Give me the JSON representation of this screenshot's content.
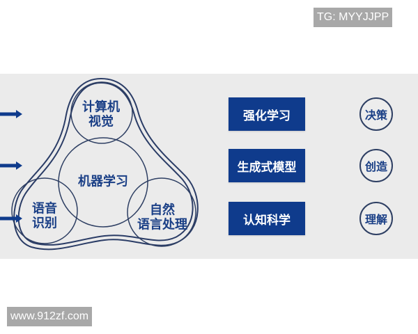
{
  "watermarks": {
    "top_right": "TG: MYYJJPP",
    "bottom_left": "www.912zf.com"
  },
  "colors": {
    "panel_bg": "#ebebeb",
    "primary_blue": "#0f3b8c",
    "line_color": "#2a3c66",
    "label_text": "#1a3f86"
  },
  "venn": {
    "center": {
      "line1": "机器学习"
    },
    "top": {
      "line1": "计算机",
      "line2": "视觉"
    },
    "left": {
      "line1": "语音",
      "line2": "识别"
    },
    "right": {
      "line1": "自然",
      "line2": "语言处理"
    }
  },
  "mappings": [
    {
      "source": "强化学习",
      "arrow": "arrow-right-icon",
      "target": "决策"
    },
    {
      "source": "生成式模型",
      "arrow": "arrow-right-icon",
      "target": "创造"
    },
    {
      "source": "认知科学",
      "arrow": "arrow-right-icon",
      "target": "理解"
    }
  ]
}
